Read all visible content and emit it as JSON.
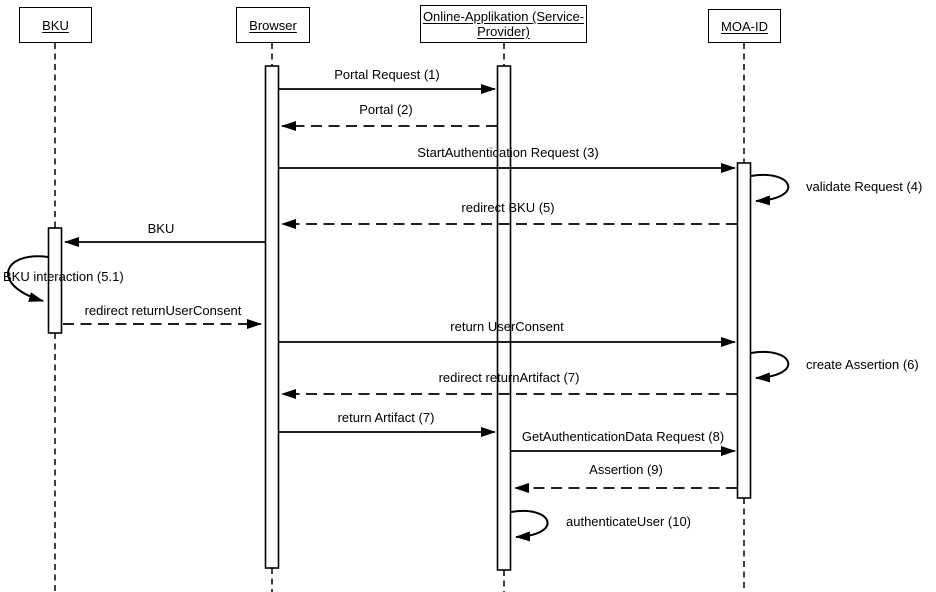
{
  "diagram_type": "uml-sequence-diagram",
  "colors": {
    "stroke": "#000000",
    "background": "#ffffff"
  },
  "participants": [
    {
      "label": "BKU"
    },
    {
      "label": "Browser"
    },
    {
      "label": "Online-Applikation (Service-Provider)"
    },
    {
      "label": "MOA-ID"
    }
  ],
  "messages": [
    {
      "label": "Portal Request (1)",
      "from": "Browser",
      "to": "Online-Applikation (Service-Provider)",
      "style": "solid"
    },
    {
      "label": "Portal (2)",
      "from": "Online-Applikation (Service-Provider)",
      "to": "Browser",
      "style": "dashed"
    },
    {
      "label": "StartAuthentication Request (3)",
      "from": "Browser",
      "to": "MOA-ID",
      "style": "solid"
    },
    {
      "label": "validate Request (4)",
      "from": "MOA-ID",
      "to": "MOA-ID",
      "style": "self"
    },
    {
      "label": "redirect BKU (5)",
      "from": "MOA-ID",
      "to": "Browser",
      "style": "dashed"
    },
    {
      "label": "BKU",
      "from": "Browser",
      "to": "BKU",
      "style": "solid"
    },
    {
      "label": "BKU interaction (5.1)",
      "from": "BKU",
      "to": "BKU",
      "style": "self"
    },
    {
      "label": "redirect returnUserConsent",
      "from": "BKU",
      "to": "Browser",
      "style": "dashed"
    },
    {
      "label": "return UserConsent",
      "from": "Browser",
      "to": "MOA-ID",
      "style": "solid"
    },
    {
      "label": "create Assertion (6)",
      "from": "MOA-ID",
      "to": "MOA-ID",
      "style": "self"
    },
    {
      "label": "redirect returnArtifact (7)",
      "from": "MOA-ID",
      "to": "Browser",
      "style": "dashed"
    },
    {
      "label": "return Artifact (7)",
      "from": "Browser",
      "to": "Online-Applikation (Service-Provider)",
      "style": "solid"
    },
    {
      "label": "GetAuthenticationData Request (8)",
      "from": "Online-Applikation (Service-Provider)",
      "to": "MOA-ID",
      "style": "solid"
    },
    {
      "label": "Assertion (9)",
      "from": "MOA-ID",
      "to": "Online-Applikation (Service-Provider)",
      "style": "dashed"
    },
    {
      "label": "authenticateUser (10)",
      "from": "Online-Applikation (Service-Provider)",
      "to": "Online-Applikation (Service-Provider)",
      "style": "self"
    }
  ]
}
